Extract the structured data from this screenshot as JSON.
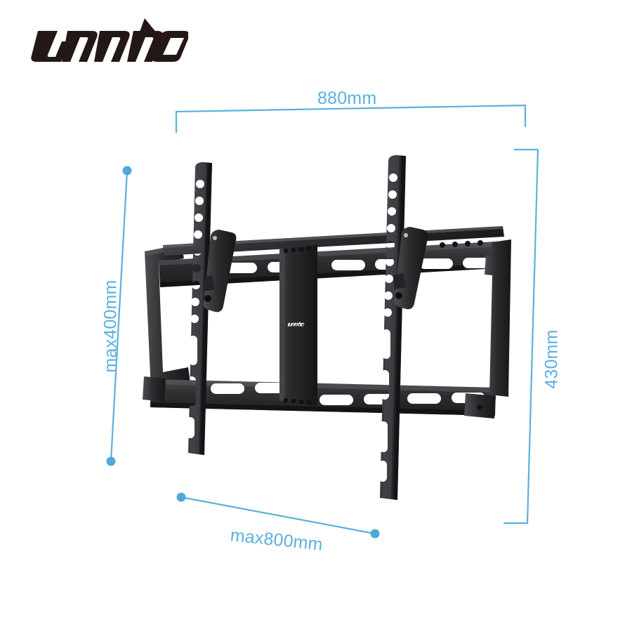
{
  "brand": {
    "name": "unho",
    "logo_icon": "unho-wordmark-logo",
    "color": "#231815"
  },
  "product": {
    "name": "tilting-tv-wall-mount",
    "body_color": "#2b2b2d",
    "plate_logo": "unho"
  },
  "dimensions": {
    "accent_color": "#5cb0dc",
    "top": {
      "label": "880mm",
      "name": "width-dimension"
    },
    "left": {
      "label": "max400mm",
      "name": "vesa-height-dimension"
    },
    "right": {
      "label": "430mm",
      "name": "height-dimension"
    },
    "bottom": {
      "label": "max800mm",
      "name": "vesa-width-dimension"
    }
  }
}
